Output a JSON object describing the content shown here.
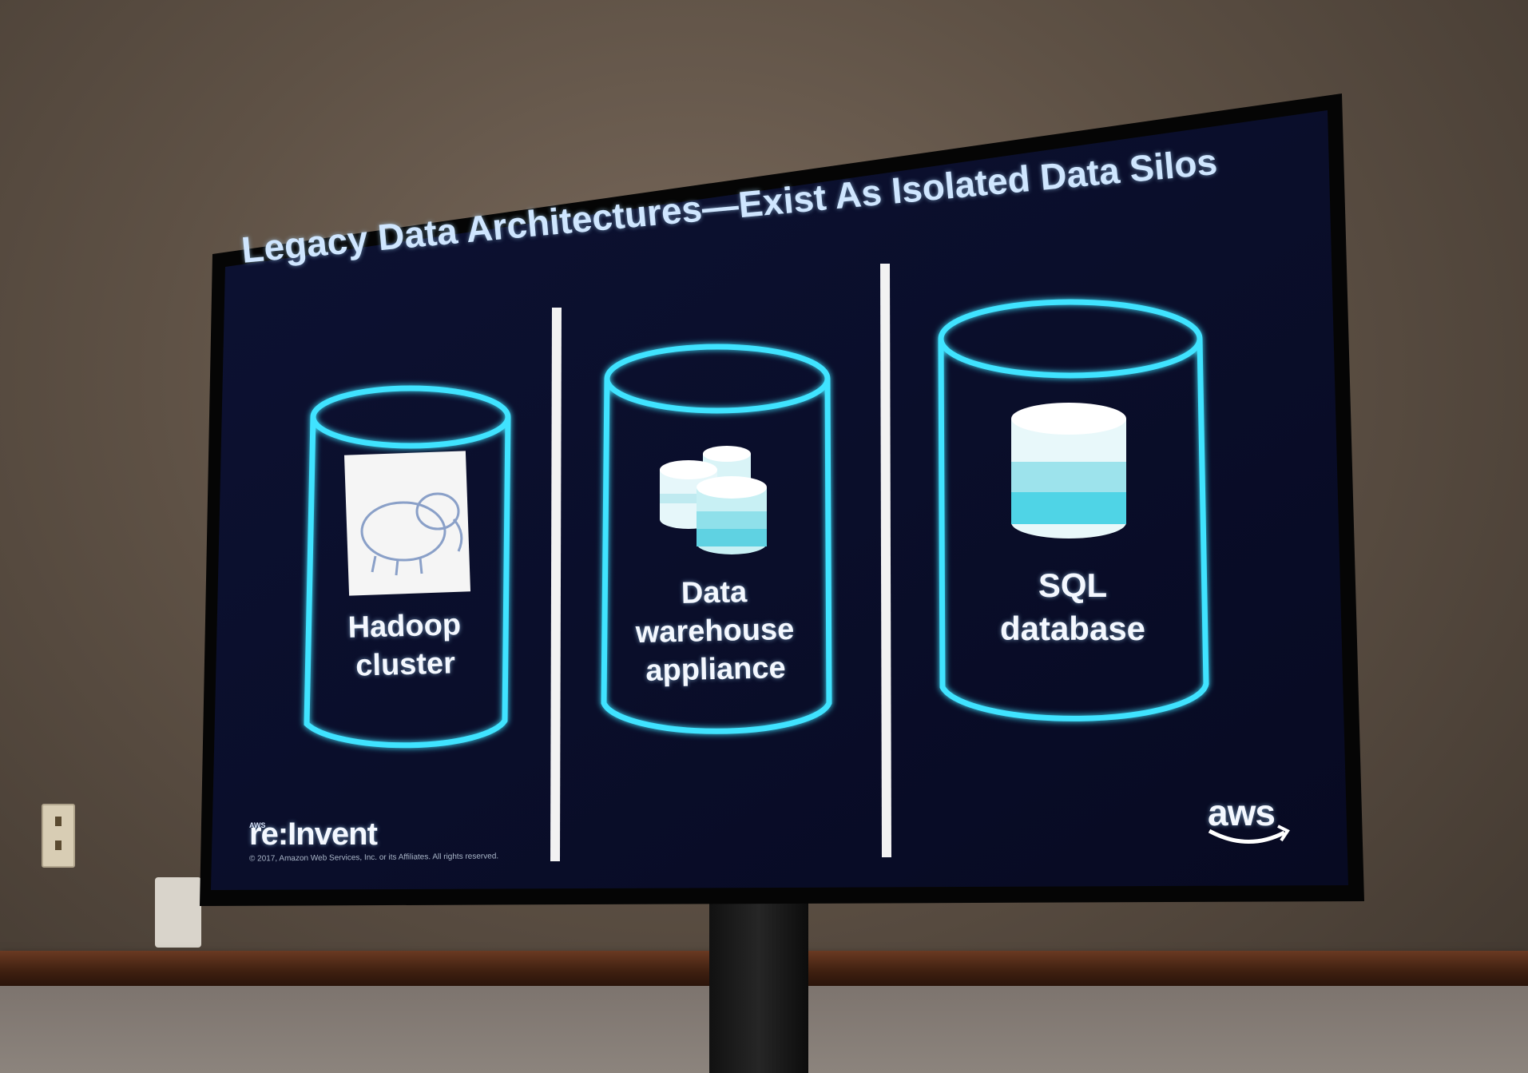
{
  "slide": {
    "title": "Legacy Data Architectures—Exist As Isolated Data Silos",
    "silos": [
      {
        "label_lines": [
          "Hadoop",
          "cluster"
        ],
        "icon": "hadoop-elephant-icon"
      },
      {
        "label_lines": [
          "Data",
          "warehouse",
          "appliance"
        ],
        "icon": "database-stack-icon"
      },
      {
        "label_lines": [
          "SQL",
          "database"
        ],
        "icon": "database-icon"
      }
    ],
    "event_logo_small": "AWS",
    "event_logo": "re:Invent",
    "copyright": "© 2017, Amazon Web Services, Inc. or its Affiliates. All rights reserved.",
    "brand_logo": "aws"
  },
  "colors": {
    "slide_background": "#0b0f2e",
    "accent_cyan": "#3fe3ff",
    "divider": "#f2f2f2"
  }
}
